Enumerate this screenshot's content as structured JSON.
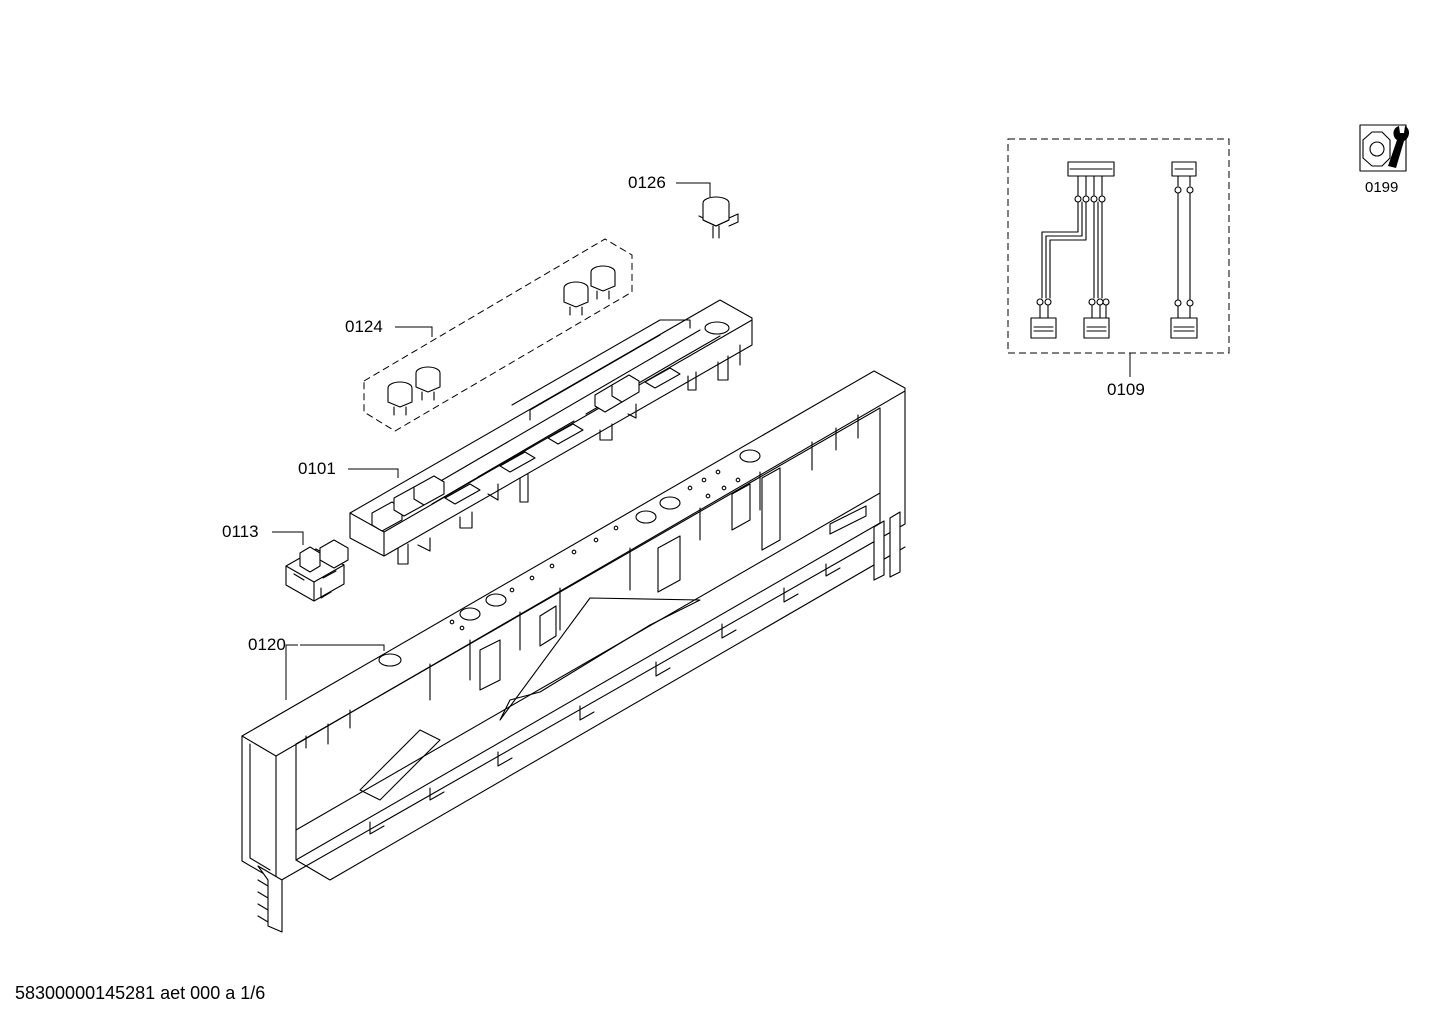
{
  "parts": {
    "p0126": "0126",
    "p0124": "0124",
    "p0101": "0101",
    "p0113": "0113",
    "p0120": "0120",
    "p0109": "0109",
    "p0199": "0199"
  },
  "footer": "58300000145281 aet 000 a 1/6",
  "icons": {
    "service_icon": "nut-wrench-icon"
  }
}
